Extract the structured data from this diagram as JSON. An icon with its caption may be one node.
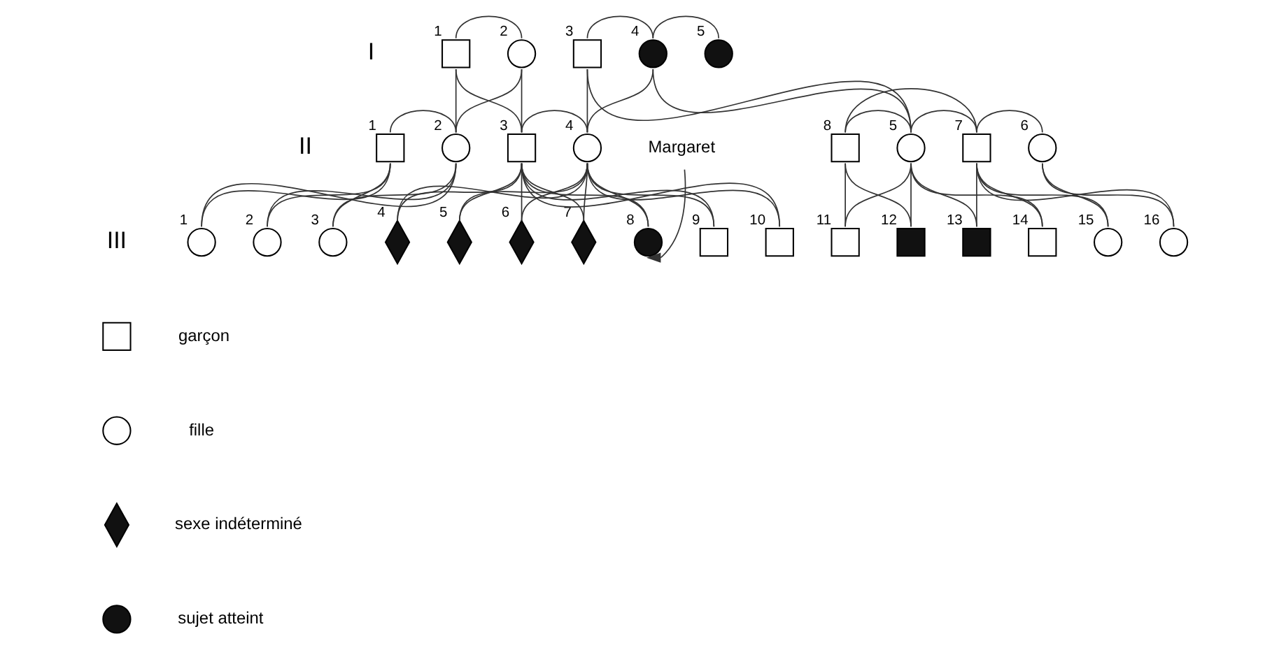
{
  "diagram": {
    "nodes": [
      {
        "text": [],
        "shape": "box",
        "beside": [
          "1"
        ]
      },
      {
        "text": [],
        "shape": "circle",
        "beside": [
          "2"
        ]
      },
      {
        "text": [],
        "shape": "box",
        "beside": [
          "3"
        ]
      },
      {
        "text": [],
        "shape": "circle",
        "beside": [
          "4"
        ]
      },
      {
        "text": [],
        "shape": "circle",
        "beside": [
          "5"
        ]
      },
      {
        "text": [],
        "shape": "box",
        "beside": [
          "1"
        ]
      },
      {
        "text": [],
        "shape": "circle",
        "beside": [
          "2"
        ]
      },
      {
        "text": [],
        "shape": "box",
        "beside": [
          "3"
        ]
      },
      {
        "text": [],
        "shape": "circle",
        "beside": [
          "4"
        ]
      },
      {
        "text": [],
        "shape": "box",
        "beside": [
          "8"
        ]
      },
      {
        "text": [],
        "shape": "circle",
        "beside": [
          "5"
        ]
      },
      {
        "text": [],
        "shape": "box",
        "beside": [
          "7"
        ]
      },
      {
        "text": [],
        "shape": "circle",
        "beside": [
          "6"
        ]
      },
      {
        "text": [],
        "shape": "circle",
        "beside": [
          "1"
        ]
      },
      {
        "text": [],
        "shape": "circle",
        "beside": [
          "2"
        ]
      },
      {
        "text": [],
        "shape": "circle",
        "beside": [
          "3"
        ]
      },
      {
        "text": [],
        "shape": "diamond",
        "beside": [
          "4"
        ]
      },
      {
        "text": [],
        "shape": "diamond",
        "beside": [
          "5"
        ]
      },
      {
        "text": [],
        "shape": "diamond",
        "beside": [
          "6"
        ]
      },
      {
        "text": [],
        "shape": "diamond",
        "beside": [
          "7"
        ]
      },
      {
        "text": [],
        "shape": "circle",
        "beside": [
          "8"
        ]
      },
      {
        "text": [],
        "shape": "box",
        "beside": [
          "9"
        ]
      },
      {
        "text": [],
        "shape": "box",
        "beside": [
          "10"
        ]
      },
      {
        "text": [],
        "shape": "box",
        "beside": [
          "11"
        ]
      },
      {
        "text": [],
        "shape": "box",
        "beside": [
          "12"
        ]
      },
      {
        "text": [],
        "shape": "box",
        "beside": [
          "13"
        ]
      },
      {
        "text": [],
        "shape": "box",
        "beside": [
          "14"
        ]
      },
      {
        "text": [],
        "shape": "circle",
        "beside": [
          "15"
        ]
      },
      {
        "text": [],
        "shape": "circle",
        "beside": [
          "16"
        ]
      },
      {
        "text": [
          "Margaret"
        ]
      },
      {
        "text": [],
        "shape": "box"
      },
      {
        "text": [],
        "shape": "circle"
      },
      {
        "text": [],
        "shape": "diamond"
      },
      {
        "text": [],
        "shape": "circle"
      }
    ],
    "edges": [
      {
        "from": 0,
        "to": 1,
        "arrow": "none"
      },
      {
        "from": 2,
        "to": 3,
        "arrow": "none"
      },
      {
        "from": 3,
        "to": 4,
        "arrow": "none"
      },
      {
        "from": 0,
        "to": 6,
        "arrow": "none"
      },
      {
        "from": 1,
        "to": 6,
        "arrow": "none"
      },
      {
        "from": 0,
        "to": 7,
        "arrow": "none"
      },
      {
        "from": 1,
        "to": 7,
        "arrow": "none"
      },
      {
        "from": 2,
        "to": 8,
        "arrow": "none"
      },
      {
        "from": 3,
        "to": 8,
        "arrow": "none"
      },
      {
        "from": 2,
        "to": 10,
        "arrow": "none"
      },
      {
        "from": 3,
        "to": 10,
        "arrow": "none"
      },
      {
        "from": 9,
        "to": 11,
        "arrow": "none"
      },
      {
        "from": 5,
        "to": 6,
        "arrow": "none"
      },
      {
        "from": 7,
        "to": 8,
        "arrow": "none"
      },
      {
        "from": 9,
        "to": 10,
        "arrow": "none"
      },
      {
        "from": 10,
        "to": 11,
        "arrow": "none"
      },
      {
        "from": 11,
        "to": 12,
        "arrow": "none"
      },
      {
        "from": 5,
        "to": 13,
        "arrow": "none"
      },
      {
        "from": 6,
        "to": 13,
        "arrow": "none"
      },
      {
        "from": 5,
        "to": 14,
        "arrow": "none"
      },
      {
        "from": 6,
        "to": 14,
        "arrow": "none"
      },
      {
        "from": 5,
        "to": 15,
        "arrow": "none"
      },
      {
        "from": 6,
        "to": 15,
        "arrow": "none"
      },
      {
        "from": 7,
        "to": 16,
        "arrow": "none"
      },
      {
        "from": 8,
        "to": 16,
        "arrow": "none"
      },
      {
        "from": 7,
        "to": 17,
        "arrow": "none"
      },
      {
        "from": 8,
        "to": 17,
        "arrow": "none"
      },
      {
        "from": 7,
        "to": 18,
        "arrow": "none"
      },
      {
        "from": 8,
        "to": 18,
        "arrow": "none"
      },
      {
        "from": 7,
        "to": 19,
        "arrow": "none"
      },
      {
        "from": 8,
        "to": 19,
        "arrow": "none"
      },
      {
        "from": 7,
        "to": 20,
        "arrow": "none"
      },
      {
        "from": 8,
        "to": 20,
        "arrow": "none"
      },
      {
        "from": 7,
        "to": 21,
        "arrow": "none"
      },
      {
        "from": 8,
        "to": 21,
        "arrow": "none"
      },
      {
        "from": 7,
        "to": 22,
        "arrow": "none"
      },
      {
        "from": 8,
        "to": 22,
        "arrow": "none"
      },
      {
        "from": 9,
        "to": 23,
        "arrow": "none"
      },
      {
        "from": 10,
        "to": 23,
        "arrow": "none"
      },
      {
        "from": 9,
        "to": 24,
        "arrow": "none"
      },
      {
        "from": 10,
        "to": 24,
        "arrow": "none"
      },
      {
        "from": 10,
        "to": 25,
        "arrow": "none"
      },
      {
        "from": 11,
        "to": 25,
        "arrow": "none"
      },
      {
        "from": 10,
        "to": 26,
        "arrow": "none"
      },
      {
        "from": 11,
        "to": 26,
        "arrow": "none"
      },
      {
        "from": 11,
        "to": 27,
        "arrow": "none"
      },
      {
        "from": 12,
        "to": 27,
        "arrow": "none"
      },
      {
        "from": 11,
        "to": 28,
        "arrow": "none"
      },
      {
        "from": 12,
        "to": 28,
        "arrow": "none"
      },
      {
        "from": 29,
        "to": 20,
        "arrow": "to"
      }
    ],
    "labels": [
      "I",
      "II",
      "III"
    ],
    "legend": [
      {
        "text": "garçon"
      },
      {
        "text": "fille"
      },
      {
        "text": "sexe indéterminé"
      },
      {
        "text": "sujet atteint"
      }
    ]
  }
}
